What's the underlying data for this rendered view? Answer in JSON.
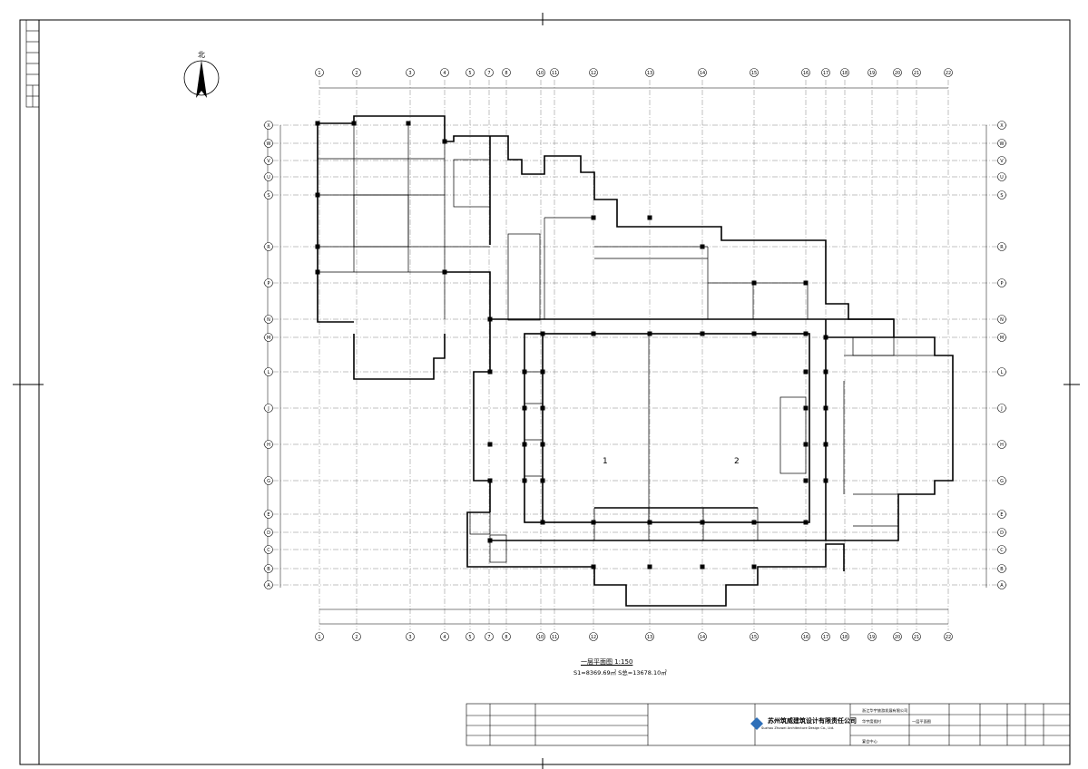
{
  "north_label": "北",
  "grid_x_labels": [
    "1",
    "2",
    "3",
    "4",
    "5",
    "7",
    "8",
    "10",
    "11",
    "12",
    "13",
    "14",
    "15",
    "16",
    "17",
    "18",
    "19",
    "20",
    "21",
    "22"
  ],
  "grid_y_labels": [
    "X",
    "W",
    "V",
    "U",
    "S",
    "R",
    "P",
    "N",
    "M",
    "L",
    "J",
    "H",
    "G",
    "E",
    "D",
    "C",
    "B",
    "A"
  ],
  "rooms": {
    "r1": "1",
    "r2": "2"
  },
  "caption": {
    "title": "一层平面图 1:150",
    "area": "S1=8369.69㎡ S总=13678.10㎡"
  },
  "title_block": {
    "company_cn": "苏州筑威建筑设计有限责任公司",
    "company_en": "Suzhou Zhuwei Architecture Design Co., Ltd.",
    "client": "浙江华宇旅游发展有限公司",
    "project": "华宇度假村",
    "drawing_name": "一层平面图",
    "sub": "宴会中心"
  },
  "colors": {
    "line": "#000000",
    "grid": "#444444",
    "accent_blue": "#2e6fb8"
  }
}
